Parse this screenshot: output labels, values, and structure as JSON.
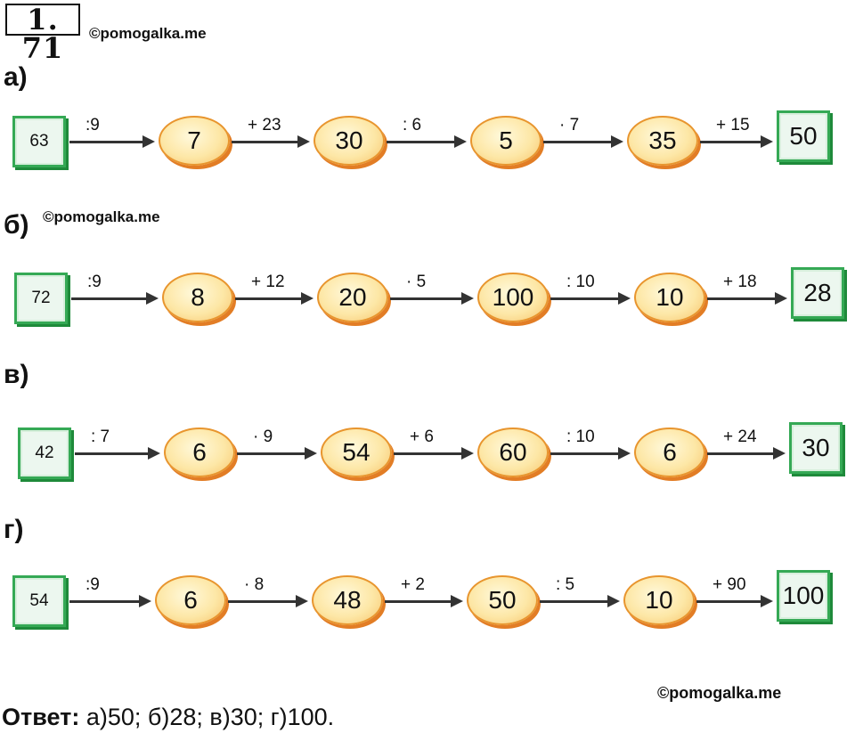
{
  "task_number": "1. 71",
  "watermark": "©pomogalka.me",
  "rows": [
    {
      "label": "а)",
      "start": "63",
      "ops": [
        ":9",
        "+ 23",
        ": 6",
        "· 7",
        "+ 15"
      ],
      "circles": [
        "7",
        "30",
        "5",
        "35"
      ],
      "end": "50"
    },
    {
      "label": "б)",
      "start": "72",
      "ops": [
        ":9",
        "+ 12",
        "· 5",
        ": 10",
        "+ 18"
      ],
      "circles": [
        "8",
        "20",
        "100",
        "10"
      ],
      "end": "28"
    },
    {
      "label": "в)",
      "start": "42",
      "ops": [
        ": 7",
        "· 9",
        "+ 6",
        ": 10",
        "+ 24"
      ],
      "circles": [
        "6",
        "54",
        "60",
        "6"
      ],
      "end": "30"
    },
    {
      "label": "г)",
      "start": "54",
      "ops": [
        ":9",
        "· 8",
        "+ 2",
        ": 5",
        "+ 90"
      ],
      "circles": [
        "6",
        "48",
        "50",
        "10"
      ],
      "end": "100"
    }
  ],
  "answer": {
    "label": "Ответ:",
    "text": "а)50; б)28; в)30; г)100."
  },
  "colors": {
    "square_border": "#35a955",
    "circle_fill": "#fde7a6",
    "circle_shadow": "#e27d25",
    "arrow": "#333333"
  }
}
